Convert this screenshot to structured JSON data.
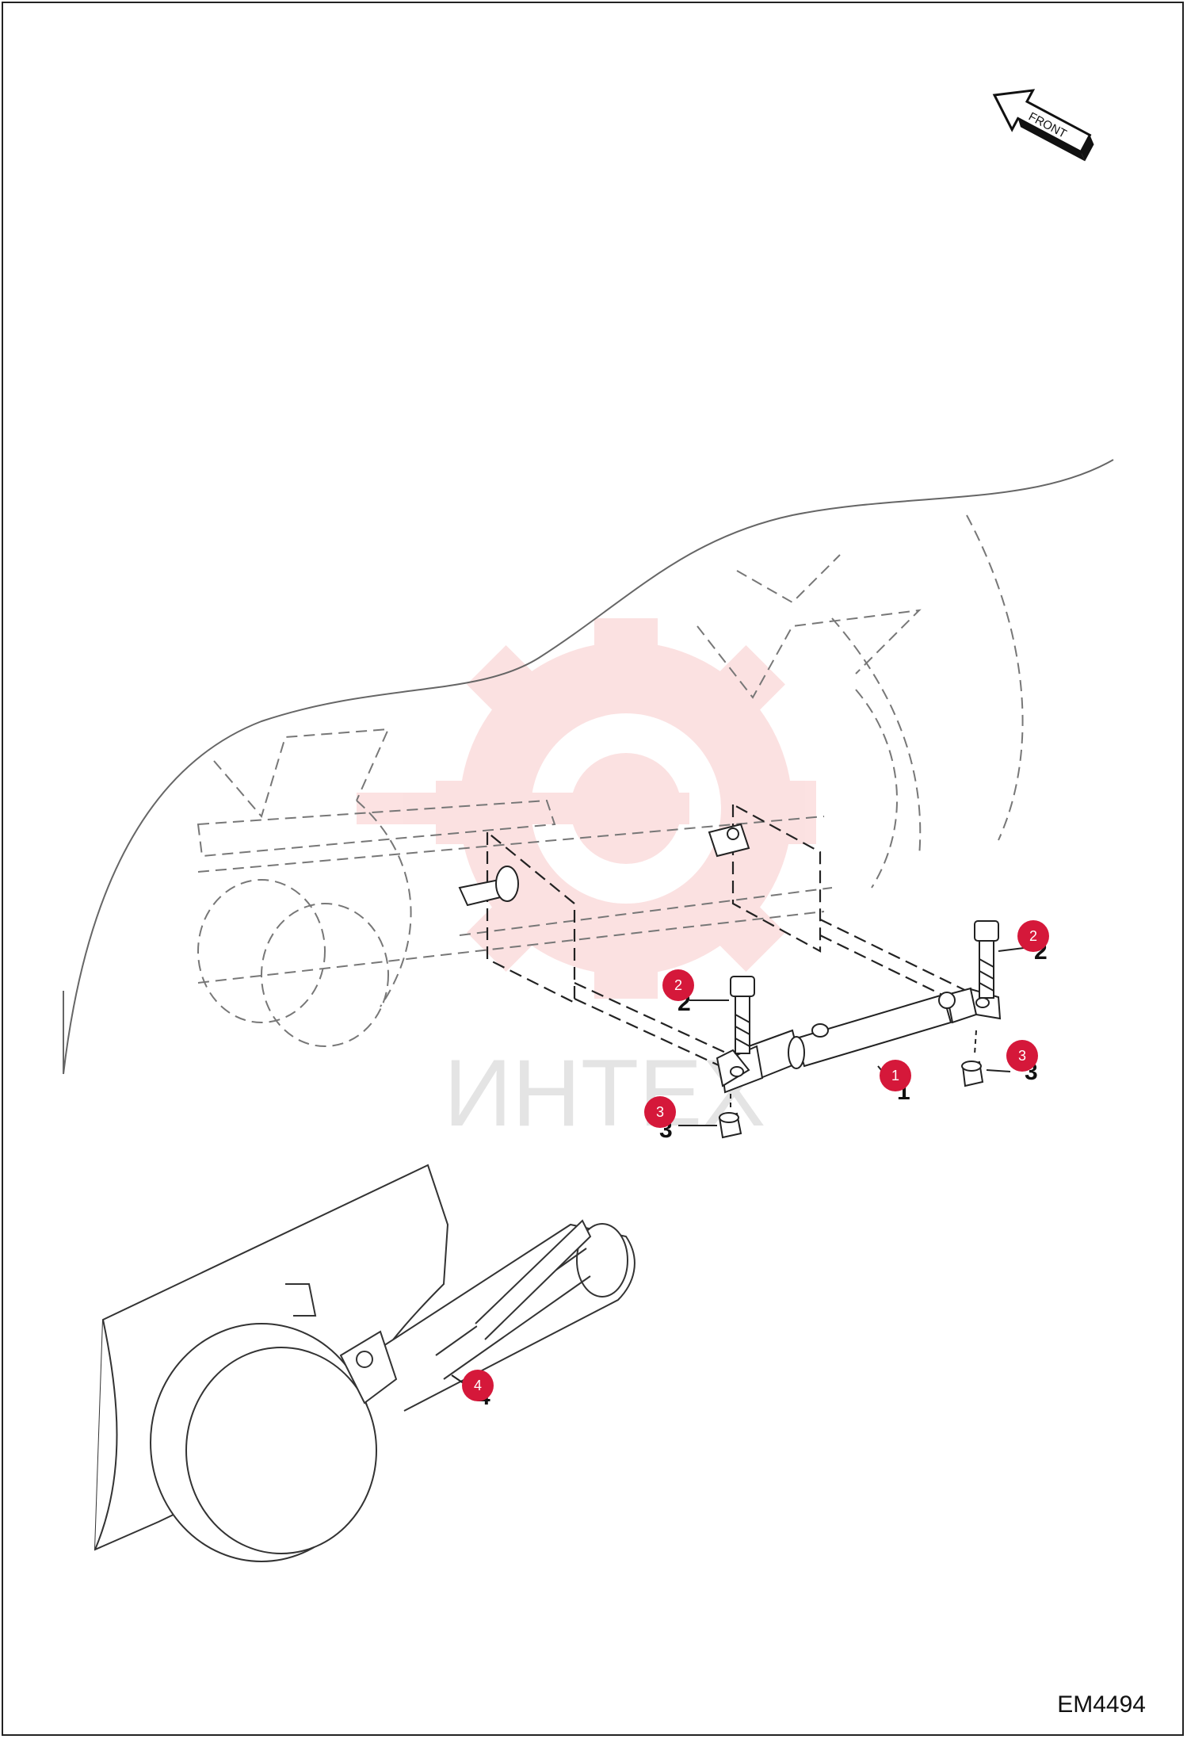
{
  "front_arrow_label": "FRONT",
  "drawing_code": "EM4494",
  "watermark": {
    "text": "ИНТЕХ",
    "color": "#f07a7a"
  },
  "callouts": [
    {
      "id": "1"
    },
    {
      "id": "2"
    },
    {
      "id": "2"
    },
    {
      "id": "3"
    },
    {
      "id": "3"
    },
    {
      "id": "4"
    }
  ],
  "colors": {
    "callout": "#d5183a",
    "line": "#444444"
  }
}
